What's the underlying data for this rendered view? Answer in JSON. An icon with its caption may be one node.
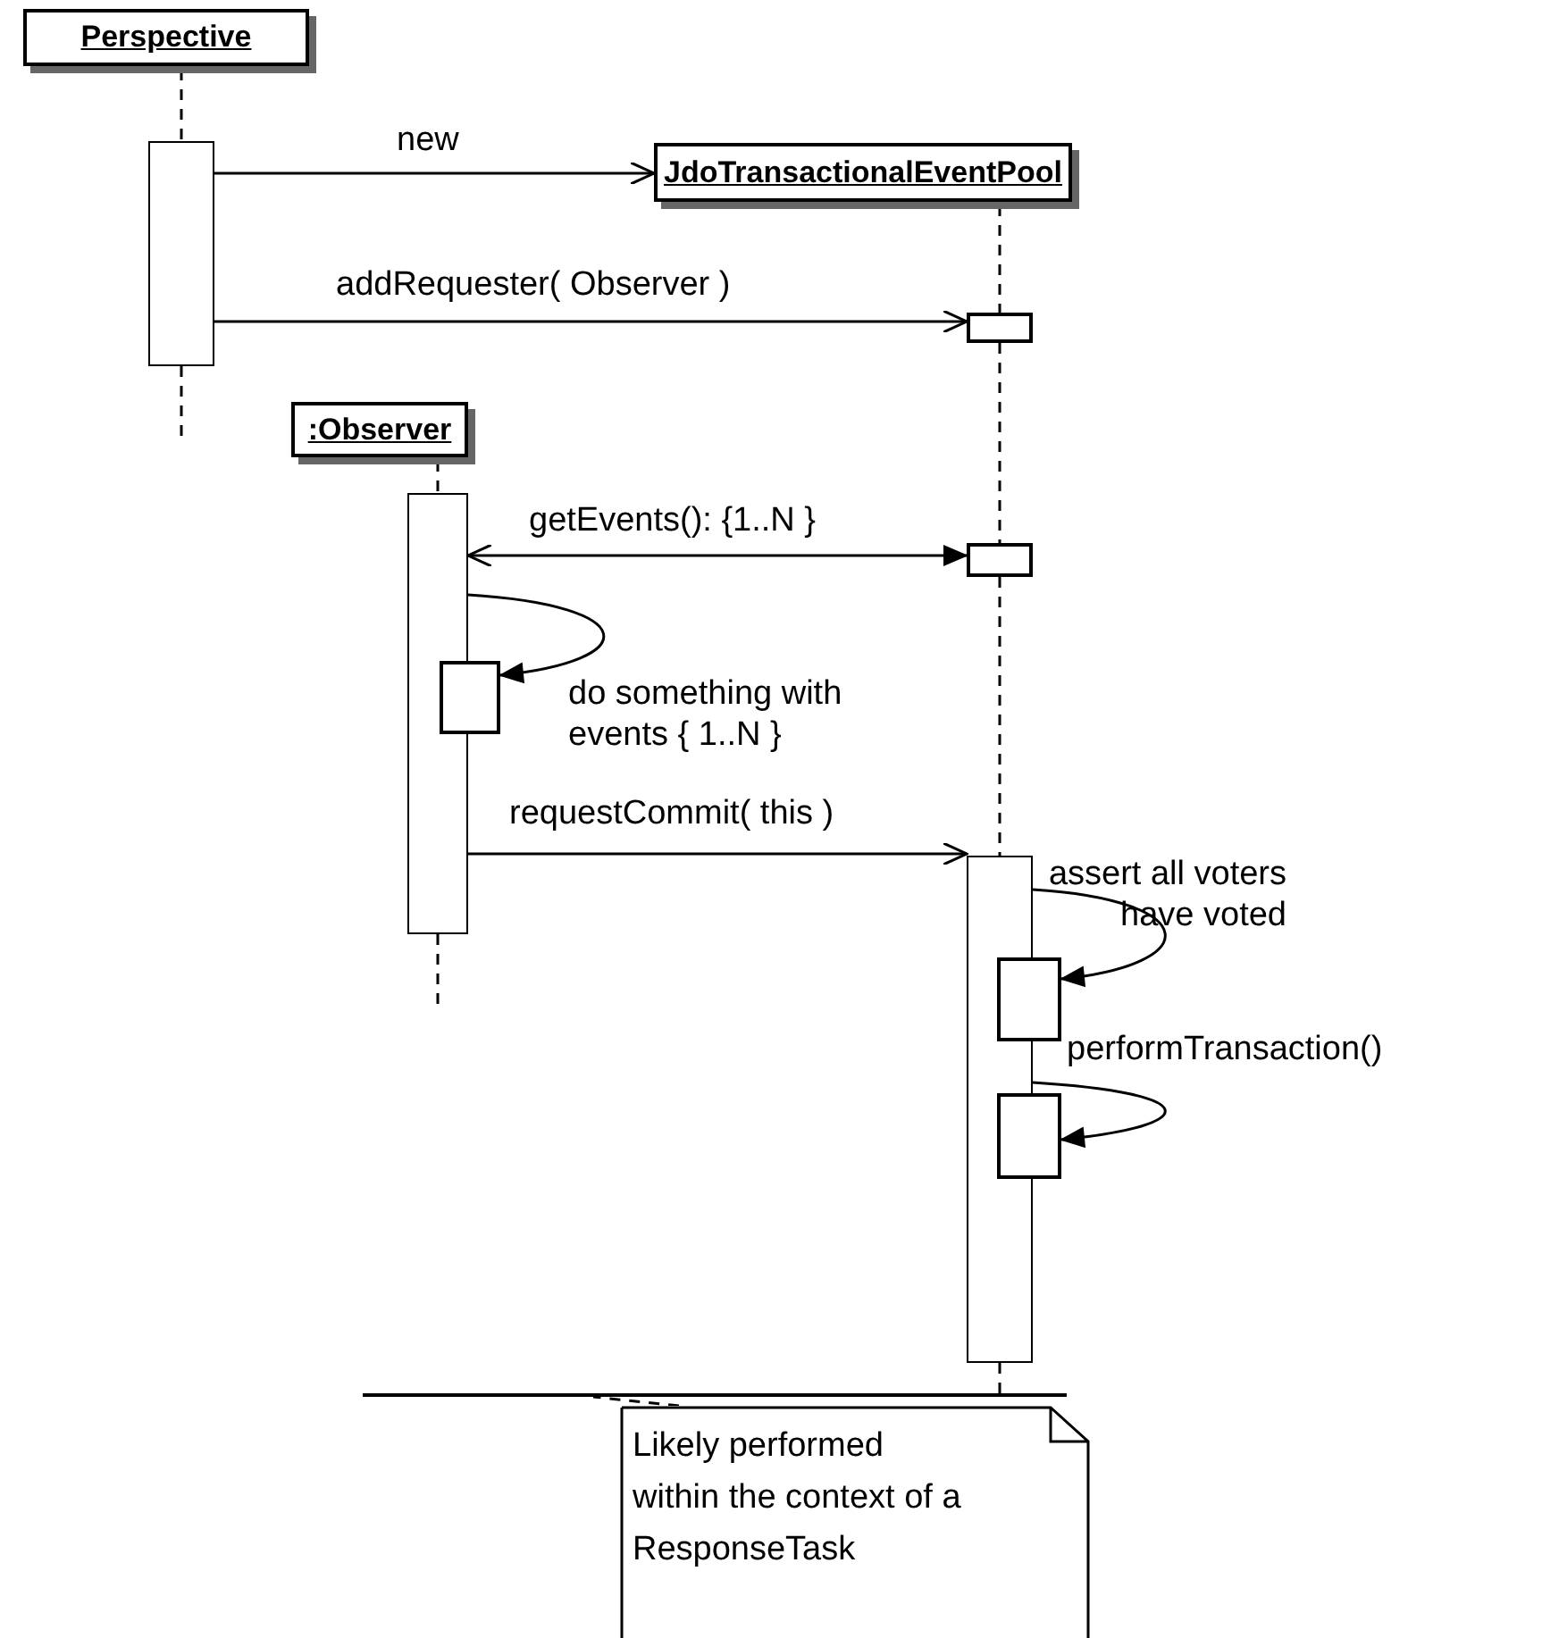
{
  "diagram": {
    "nodes": [
      {
        "text": [
          "Perspective"
        ]
      },
      {
        "text": [],
        "shape": "bar"
      },
      {
        "text": [
          "JdoTransactionalEventPool"
        ]
      },
      {
        "text": [],
        "shape": "box"
      },
      {
        "text": [
          ":Observer"
        ]
      },
      {
        "text": [],
        "shape": "bar"
      },
      {
        "text": [],
        "shape": "box"
      },
      {
        "text": [],
        "shape": "box"
      },
      {
        "text": [],
        "shape": "bar"
      },
      {
        "text": [],
        "shape": "box"
      },
      {
        "text": [],
        "shape": "box"
      },
      {
        "text": [],
        "shape": "line"
      },
      {
        "text": [
          "Likely performed within the context of a ResponseTask"
        ]
      }
    ],
    "edges": [
      {
        "from": 1,
        "to": 2,
        "arrow": "to",
        "label": "new"
      },
      {
        "from": 1,
        "to": 3,
        "arrow": "to",
        "label": "addRequester( Observer )"
      },
      {
        "from": 5,
        "to": 6,
        "arrow": "both",
        "label": "getEvents(): {1..N }"
      },
      {
        "from": 5,
        "to": 7,
        "arrow": "to",
        "label": "do something with events { 1..N }"
      },
      {
        "from": 5,
        "to": 8,
        "arrow": "to",
        "label": "requestCommit( this )"
      },
      {
        "from": 8,
        "to": 9,
        "arrow": "to",
        "label": "assert all voters have voted"
      },
      {
        "from": 8,
        "to": 10,
        "arrow": "to",
        "label": "performTransaction()"
      },
      {
        "from": 12,
        "to": 11,
        "arrow": "none",
        "style": "dashed"
      },
      {
        "from": 0,
        "to": 1,
        "arrow": "none",
        "style": "dashed"
      },
      {
        "from": 1,
        "to": null,
        "arrow": "none",
        "style": "dashed"
      },
      {
        "from": 2,
        "to": 3,
        "arrow": "none",
        "style": "dashed"
      },
      {
        "from": 3,
        "to": 6,
        "arrow": "none",
        "style": "dashed"
      },
      {
        "from": 6,
        "to": 8,
        "arrow": "none",
        "style": "dashed"
      },
      {
        "from": 8,
        "to": 11,
        "arrow": "none",
        "style": "dashed"
      },
      {
        "from": 4,
        "to": 5,
        "arrow": "none",
        "style": "dashed"
      },
      {
        "from": 5,
        "to": null,
        "arrow": "none",
        "style": "dashed"
      }
    ]
  }
}
